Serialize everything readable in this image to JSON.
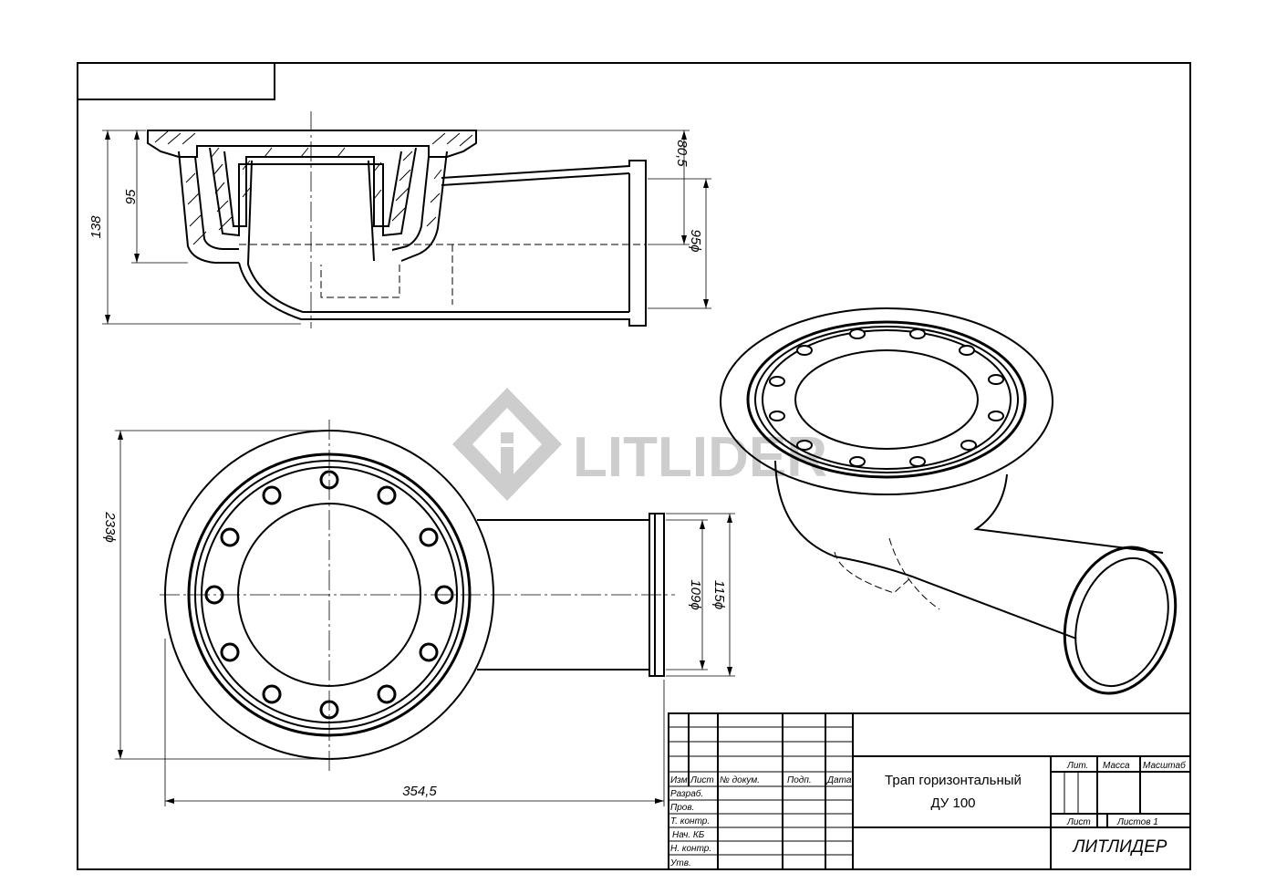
{
  "dimensions": {
    "d_138": "138",
    "d_95": "95",
    "d_80_5": "80,5",
    "d_phi95": "95ϕ",
    "d_phi233": "233ϕ",
    "d_phi109": "109ϕ",
    "d_phi115": "115ϕ",
    "d_354_5": "354,5"
  },
  "watermark": {
    "text": "LITLIDER",
    "color": "#c8c8c8"
  },
  "title_block": {
    "title_line1": "Трап горизонтальный",
    "title_line2": "ДУ 100",
    "company": "ЛИТЛИДЕР",
    "col_izm": "Изм.",
    "col_list": "Лист",
    "col_doc": "№ докум.",
    "col_podp": "Подп.",
    "col_data": "Дата",
    "row_razrab": "Разраб.",
    "row_prov": "Пров.",
    "row_tkontr": "Т. контр.",
    "row_nachkb": "Нач. КБ",
    "row_nkontr": "Н. контр.",
    "row_utv": "Утв.",
    "lit": "Лит.",
    "massa": "Масса",
    "masshtab": "Масштаб",
    "sheet": "Лист",
    "sheets": "Листов 1"
  }
}
